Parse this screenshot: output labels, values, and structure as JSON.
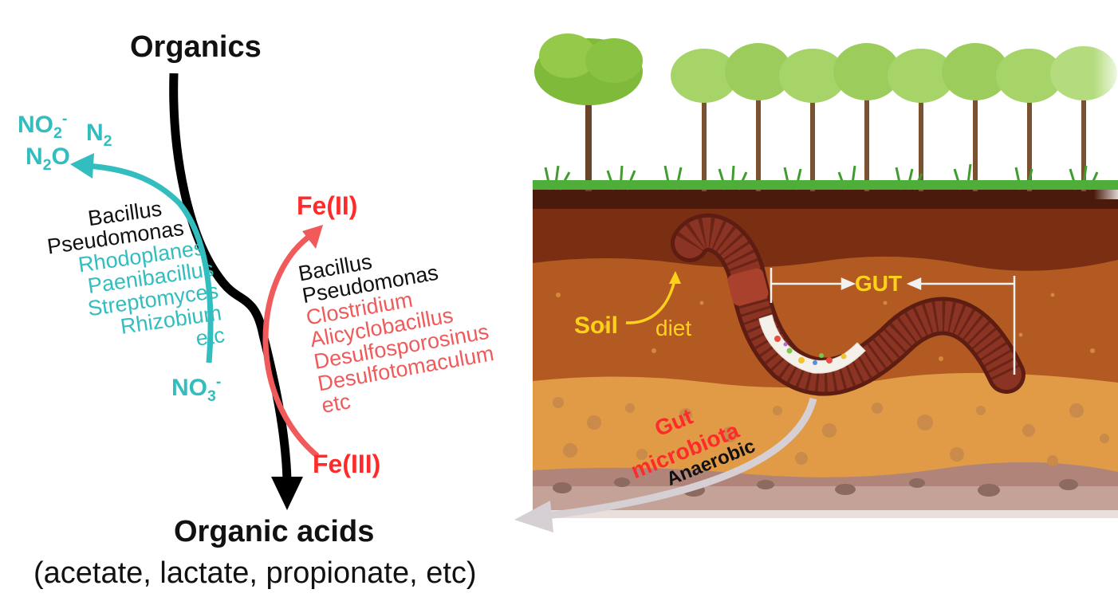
{
  "left": {
    "top_label": "Organics",
    "bottom_label": "Organic acids",
    "bottom_sub": "(acetate, lactate, propionate, etc)",
    "nitrogen": {
      "no2": "NO",
      "no2_sub": "2",
      "no2_sup": "-",
      "n2": "N",
      "n2_sub": "2",
      "n2o_a": "N",
      "n2o_sub": "2",
      "n2o_b": "O",
      "no3": "NO",
      "no3_sub": "3",
      "no3_sup": "-",
      "black_taxa": [
        "Bacillus",
        "Pseudomonas"
      ],
      "teal_taxa": [
        "Rhodoplanes",
        "Paenibacillus",
        "Streptomyces",
        "Rhizobium",
        "etc"
      ]
    },
    "iron": {
      "fe2": "Fe(II)",
      "fe3": "Fe(III)",
      "black_taxa": [
        "Bacillus",
        "Pseudomonas"
      ],
      "red_taxa": [
        "Clostridium",
        "Alicyclobacillus",
        "Desulfosporosinus",
        "Desulfotomaculum",
        "etc"
      ]
    }
  },
  "right": {
    "gut_label": "GUT",
    "soil_label": "Soil",
    "diet_label": "diet",
    "microbiota_line1": "Gut",
    "microbiota_line2": "microbiota",
    "anaerobic_label": "Anaerobic"
  },
  "colors": {
    "teal": "#33bdbf",
    "red": "#ff2a2a",
    "pink": "#f05a5a",
    "yellow": "#ffd21a",
    "soil_dark": "#7a2e12",
    "soil_mid": "#b25a22",
    "soil_light": "#e19a45",
    "worm": "#7d2a1c"
  }
}
